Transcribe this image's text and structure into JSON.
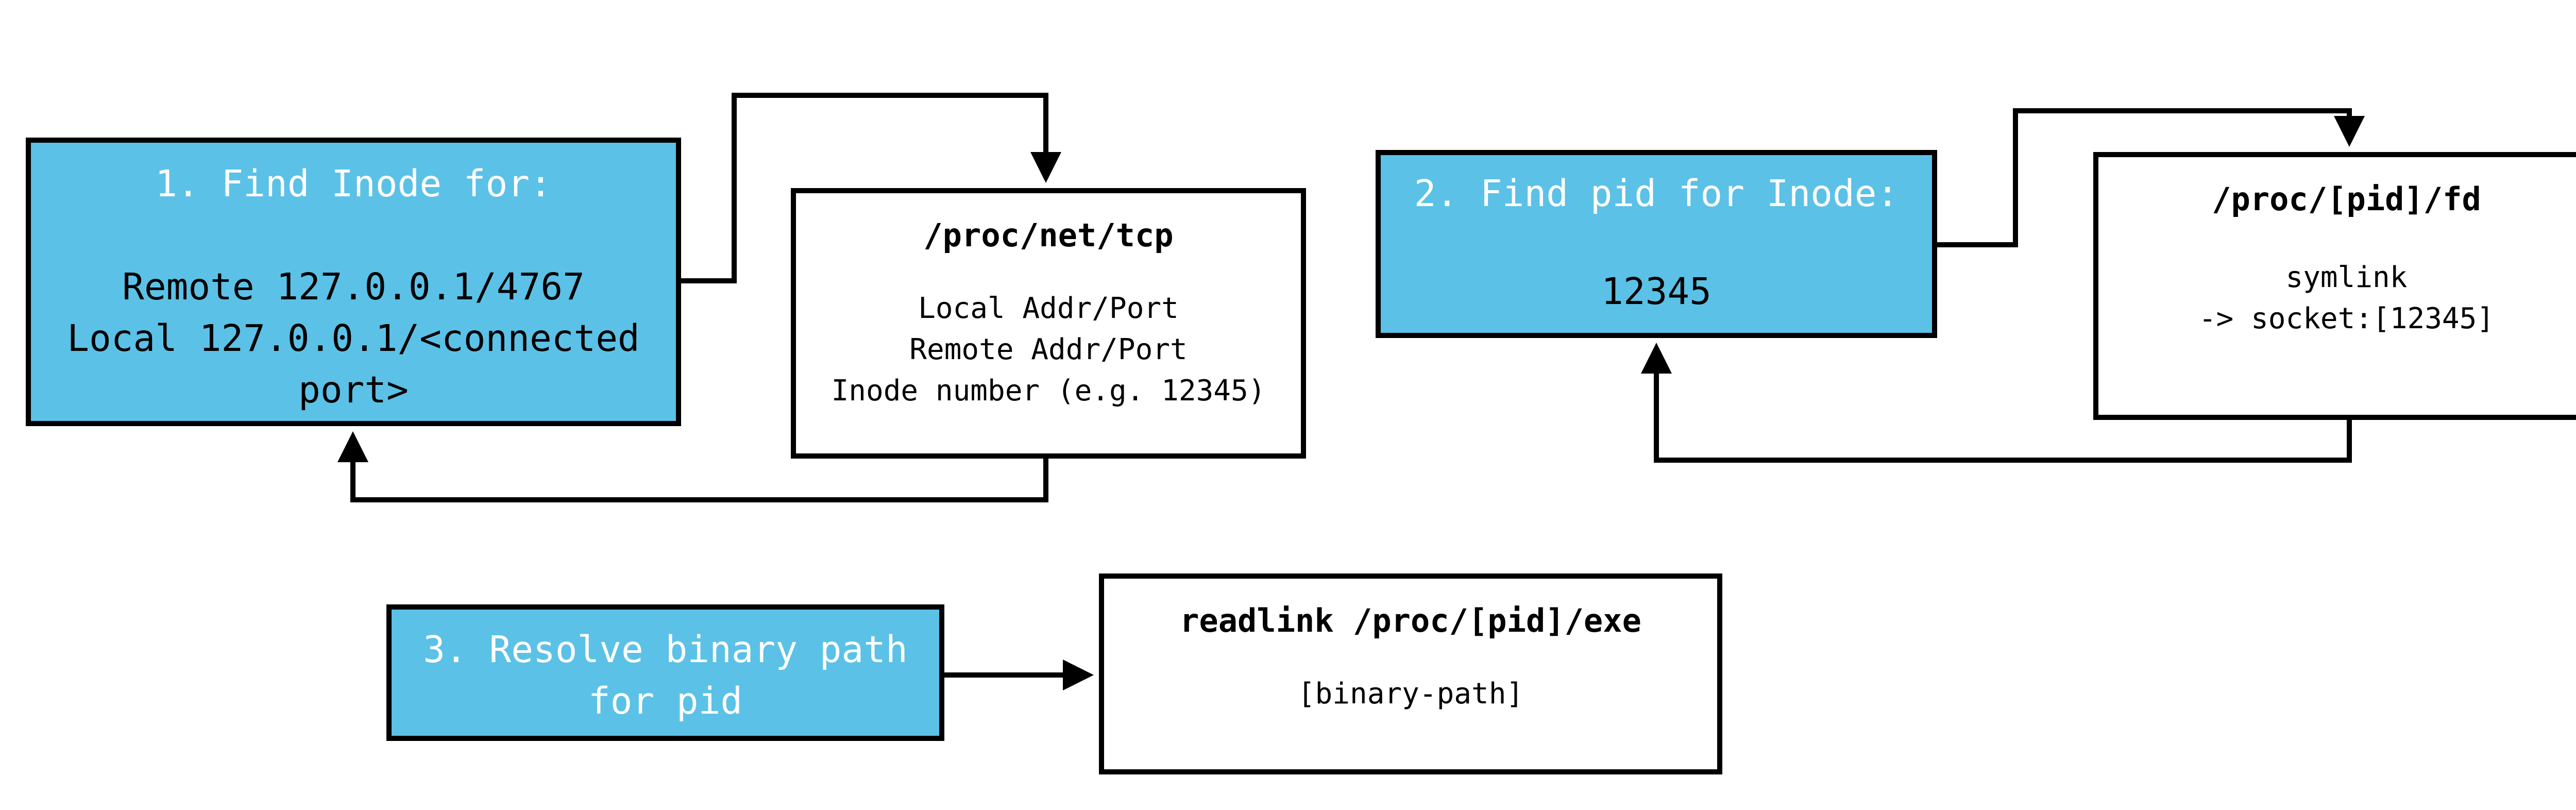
{
  "diagram": {
    "step1": {
      "title": "1. Find Inode for:",
      "body": "Remote 127.0.0.1/4767\nLocal 127.0.0.1/<connected\nport>"
    },
    "tcp": {
      "title": "/proc/net/tcp",
      "body": "Local Addr/Port\nRemote Addr/Port\nInode number (e.g. 12345)"
    },
    "step2": {
      "title": "2. Find pid for Inode:",
      "body": "12345"
    },
    "fd": {
      "title": "/proc/[pid]/fd",
      "body": "symlink\n-> socket:[12345]"
    },
    "step3": {
      "title": "3. Resolve binary path\nfor pid"
    },
    "exe": {
      "title": "readlink /proc/[pid]/exe",
      "body": "[binary-path]"
    }
  },
  "colors": {
    "step_fill": "#5bc1e7",
    "step_title_text": "#ffffff",
    "source_fill": "#ffffff",
    "border": "#000000"
  }
}
